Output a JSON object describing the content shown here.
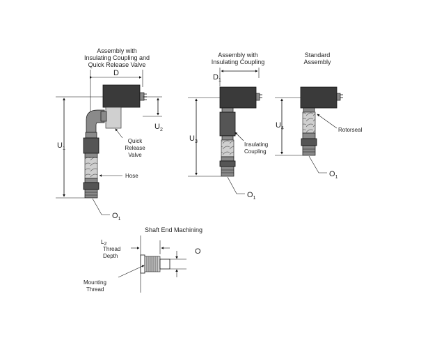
{
  "assemblies": {
    "left": {
      "title_lines": [
        "Assembly with",
        "Insulating Coupling and",
        "Quick Release Valve"
      ],
      "dim_d": "D",
      "dim_u1": "U",
      "dim_u1_sub": "1",
      "dim_u2": "U",
      "dim_u2_sub": "2",
      "dim_o1": "O",
      "dim_o1_sub": "1",
      "callout_valve_lines": [
        "Quick",
        "Release",
        "Valve"
      ],
      "callout_hose": "Hose"
    },
    "middle": {
      "title_lines": [
        "Assembly with",
        "Insulating Coupling"
      ],
      "dim_d1": "D",
      "dim_d1_sub": "1",
      "dim_u3": "U",
      "dim_u3_sub": "3",
      "dim_o1": "O",
      "dim_o1_sub": "1",
      "callout_coupling_lines": [
        "Insulating",
        "Coupling"
      ]
    },
    "right": {
      "title_lines": [
        "Standard",
        "Assembly"
      ],
      "dim_u4": "U",
      "dim_u4_sub": "4",
      "dim_o1": "O",
      "dim_o1_sub": "1",
      "callout_rotorseal": "Rotorseal"
    }
  },
  "shaft": {
    "title": "Shaft End Machining",
    "l2_label": "L",
    "l2_sub": "2",
    "thread_lines": [
      "Thread",
      "Depth"
    ],
    "dim_o": "O",
    "mounting_lines": [
      "Mounting",
      "Thread"
    ]
  }
}
